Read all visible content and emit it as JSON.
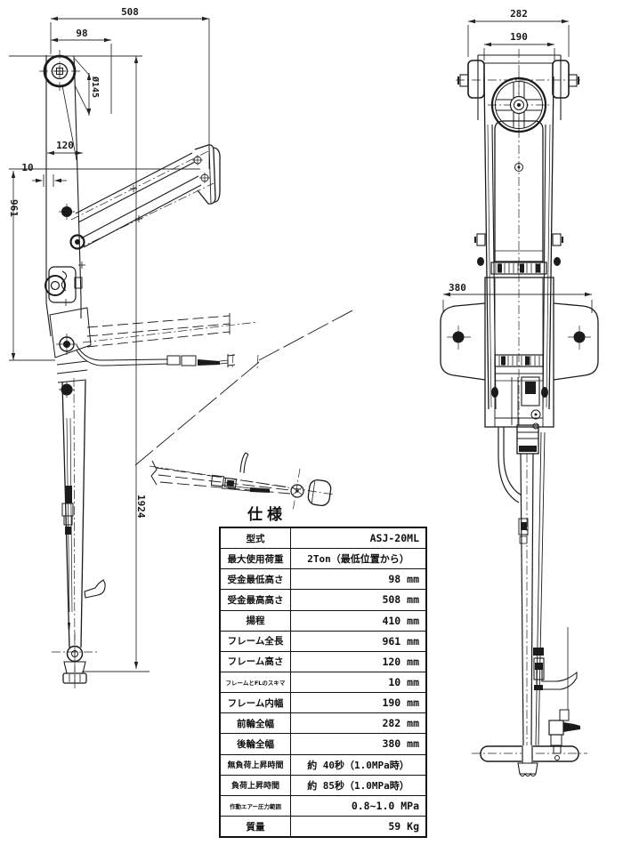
{
  "drawing": {
    "side_dims": {
      "s508": "508",
      "s98": "98",
      "s145": "Ø145",
      "s120": "120",
      "s10": "10",
      "s961": "961",
      "s1924": "1924"
    },
    "rear_dims": {
      "r282": "282",
      "r190": "190",
      "r380": "380"
    }
  },
  "spec_table": {
    "title": "仕様",
    "rows": [
      {
        "label": "型式",
        "value": "ASJ-20ML"
      },
      {
        "label": "最大使用荷重",
        "value": "2Ton（最低位置から）"
      },
      {
        "label": "受金最低高さ",
        "value": "98 mm"
      },
      {
        "label": "受金最高高さ",
        "value": "508 mm"
      },
      {
        "label": "揚程",
        "value": "410 mm"
      },
      {
        "label": "フレーム全長",
        "value": "961 mm"
      },
      {
        "label": "フレーム高さ",
        "value": "120 mm"
      },
      {
        "label": "フレームとFLのスキマ",
        "value": "10 mm"
      },
      {
        "label": "フレーム内幅",
        "value": "190 mm"
      },
      {
        "label": "前輪全幅",
        "value": "282 mm"
      },
      {
        "label": "後輪全幅",
        "value": "380 mm"
      },
      {
        "label": "無負荷上昇時間",
        "value": "約 40秒（1.0MPa時）"
      },
      {
        "label": "負荷上昇時間",
        "value": "約 85秒（1.0MPa時）"
      },
      {
        "label": "作動エアー圧力範囲",
        "value": "0.8~1.0 MPa"
      },
      {
        "label": "質量",
        "value": "59 Kg"
      }
    ]
  }
}
